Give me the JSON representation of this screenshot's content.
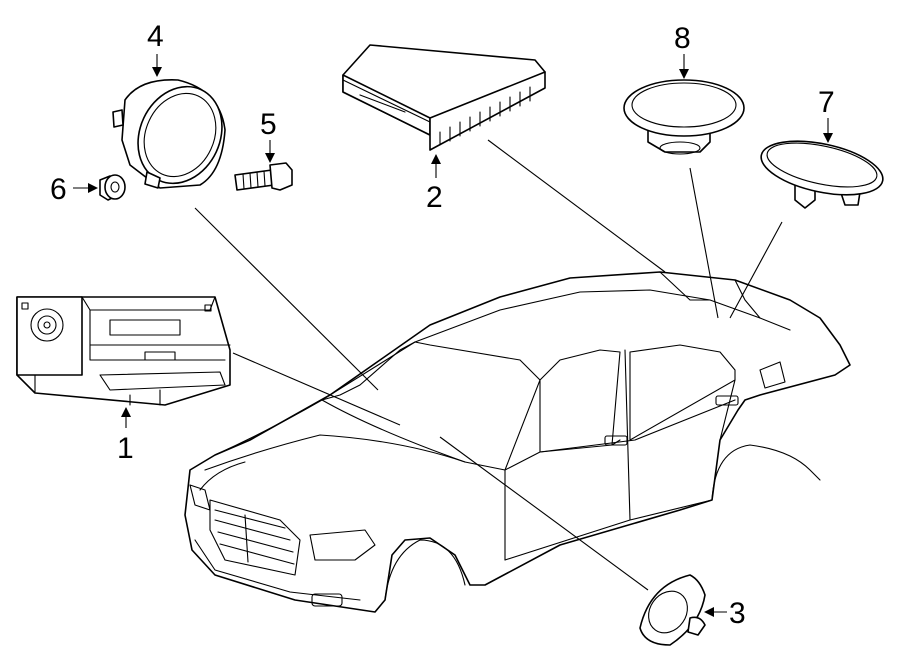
{
  "callouts": [
    {
      "id": "1",
      "part": "radio-receiver"
    },
    {
      "id": "2",
      "part": "amplifier-module"
    },
    {
      "id": "3",
      "part": "tweeter-speaker"
    },
    {
      "id": "4",
      "part": "door-speaker"
    },
    {
      "id": "5",
      "part": "mounting-bolt"
    },
    {
      "id": "6",
      "part": "nut"
    },
    {
      "id": "7",
      "part": "rear-speaker-oval"
    },
    {
      "id": "8",
      "part": "rear-speaker-round"
    }
  ]
}
